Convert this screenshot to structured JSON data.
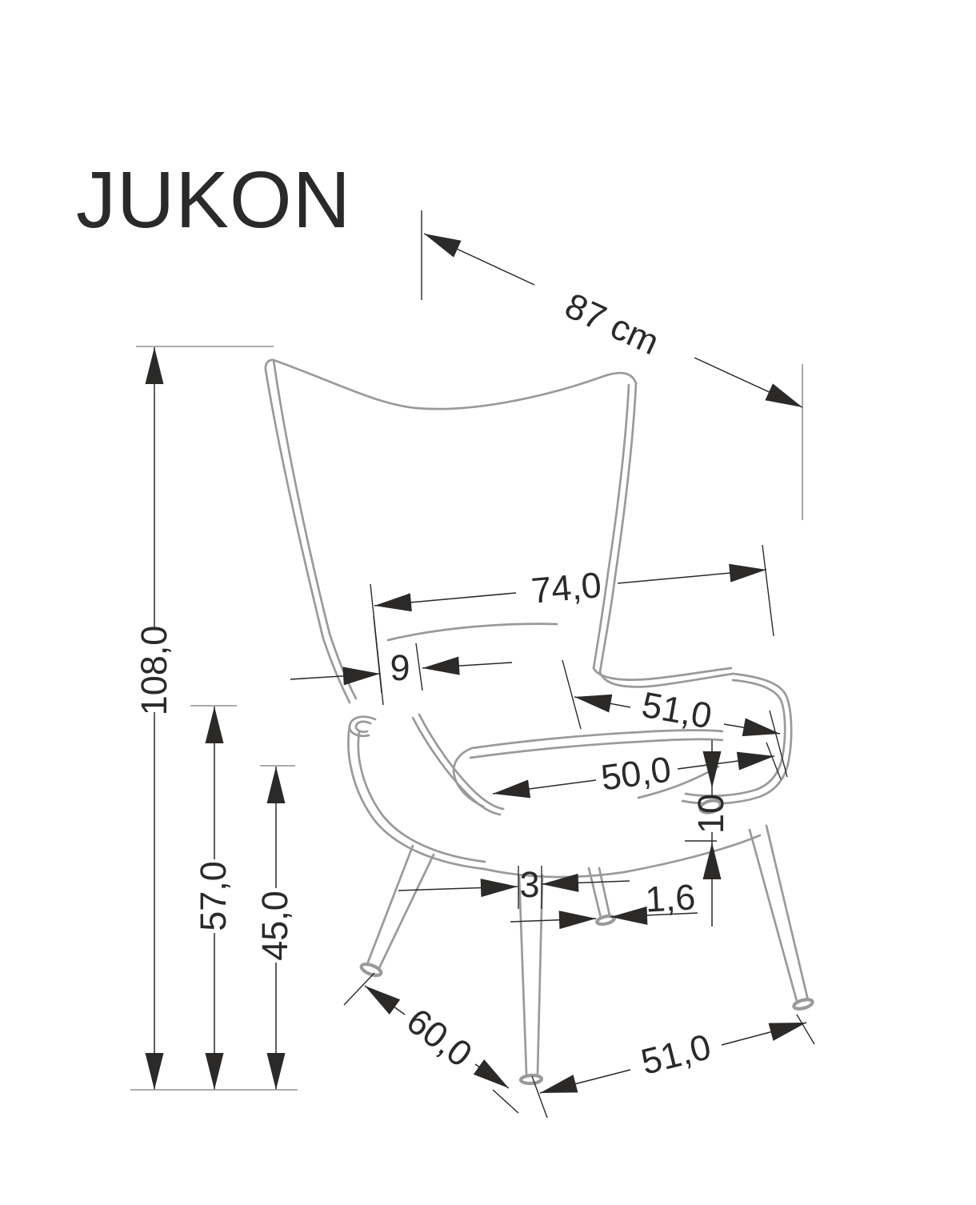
{
  "product": {
    "name": "JUKON"
  },
  "dimensions": {
    "depth_overall": "87 cm",
    "back_width": "74,0",
    "wing_thickness": "9",
    "seat_depth": "51,0",
    "seat_width": "50,0",
    "cushion_thickness": "10",
    "front_leg_width": "3",
    "rear_leg_width": "1,6",
    "total_height": "108,0",
    "armrest_height": "57,0",
    "seat_height": "45,0",
    "base_depth": "60,0",
    "base_width": "51,0"
  },
  "style": {
    "line_color": "#2b2a29",
    "drawing_color": "#9a9a9a",
    "background": "#ffffff"
  }
}
